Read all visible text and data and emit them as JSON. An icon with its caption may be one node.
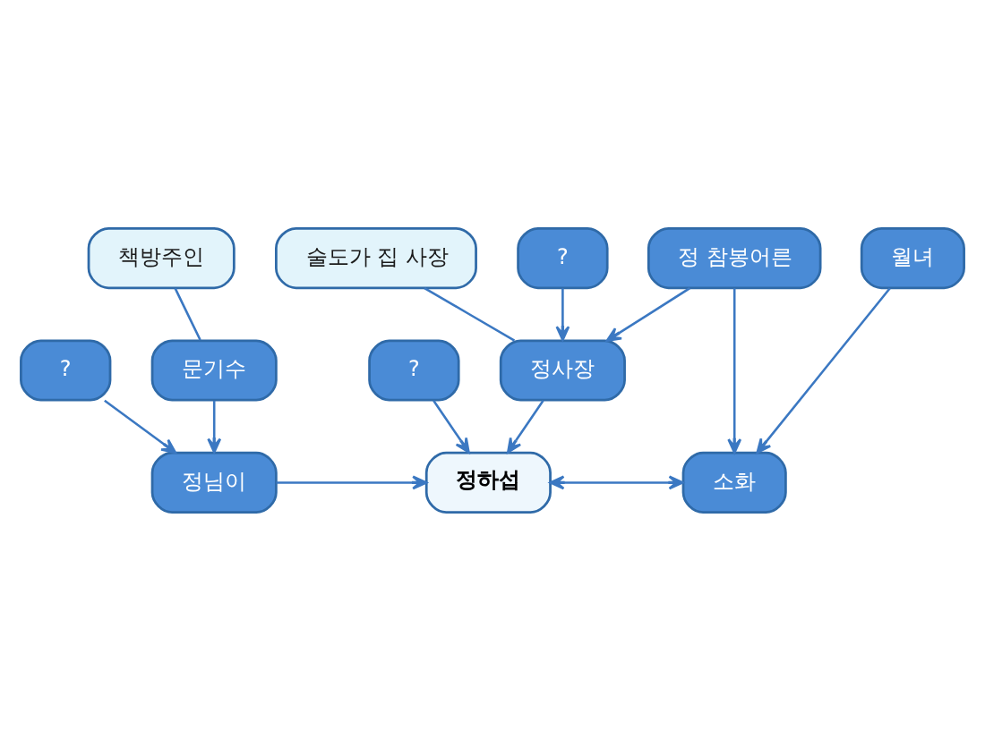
{
  "diagram": {
    "nodes": [
      {
        "text": [
          "술도가 집 사장"
        ]
      },
      {
        "text": [
          "?"
        ]
      },
      {
        "text": [
          "정 참봉어른"
        ]
      },
      {
        "text": [
          "월녀"
        ]
      },
      {
        "text": [
          "책방주인"
        ]
      },
      {
        "text": [
          "?"
        ]
      },
      {
        "text": [
          "문기수"
        ]
      },
      {
        "text": [
          "?"
        ]
      },
      {
        "text": [
          "정사장"
        ]
      },
      {
        "text": [
          "정님이"
        ]
      },
      {
        "text": [
          "정하섭"
        ]
      },
      {
        "text": [
          "소화"
        ]
      }
    ],
    "edges": [
      {
        "from": 0,
        "to": 8,
        "arrow": "none"
      },
      {
        "from": 1,
        "to": 8,
        "arrow": "to"
      },
      {
        "from": 2,
        "to": 8,
        "arrow": "to"
      },
      {
        "from": 2,
        "to": 11,
        "arrow": "to"
      },
      {
        "from": 3,
        "to": 11,
        "arrow": "to"
      },
      {
        "from": 4,
        "to": 6,
        "arrow": "none"
      },
      {
        "from": 5,
        "to": 9,
        "arrow": "to"
      },
      {
        "from": 6,
        "to": 9,
        "arrow": "to"
      },
      {
        "from": 7,
        "to": 10,
        "arrow": "to"
      },
      {
        "from": 8,
        "to": 10,
        "arrow": "to"
      },
      {
        "from": 9,
        "to": 10,
        "arrow": "to"
      },
      {
        "from": 10,
        "to": 11,
        "arrow": "both"
      }
    ]
  }
}
